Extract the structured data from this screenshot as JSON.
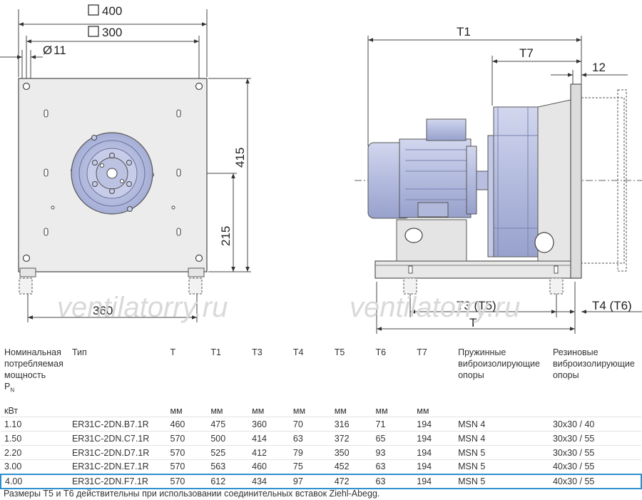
{
  "drawing": {
    "front": {
      "dim_outer": "400",
      "dim_inner": "300",
      "dim_hole": "11",
      "dim_height": "415",
      "dim_axis": "215",
      "dim_base": "360"
    },
    "side": {
      "dim_t1": "T1",
      "dim_t7": "T7",
      "dim_12": "12",
      "dim_t3t5": "T3 (T5)",
      "dim_t4t6": "T4 (T6)",
      "dim_t": "T"
    },
    "watermark": "ventilatorry.ru"
  },
  "table": {
    "headers": {
      "power_line1": "Номинальная",
      "power_line2": "потребляемая",
      "power_line3": "мощность",
      "power_symbol": "P",
      "power_sub": "N",
      "type": "Тип",
      "t": "T",
      "t1": "T1",
      "t3": "T3",
      "t4": "T4",
      "t5": "T5",
      "t6": "T6",
      "t7": "T7",
      "spring_line1": "Пружинные",
      "spring_line2": "виброизолирующие",
      "spring_line3": "опоры",
      "rubber_line1": "Резиновые",
      "rubber_line2": "виброизолирующие",
      "rubber_line3": "опоры"
    },
    "units": {
      "power": "кВт",
      "t": "мм",
      "t1": "мм",
      "t3": "мм",
      "t4": "мм",
      "t5": "мм",
      "t6": "мм",
      "t7": "мм"
    },
    "rows": [
      {
        "power": "1.10",
        "type": "ER31C-2DN.B7.1R",
        "t": "460",
        "t1": "475",
        "t3": "360",
        "t4": "70",
        "t5": "316",
        "t6": "71",
        "t7": "194",
        "spring": "MSN 4",
        "rubber": "30x30 / 40"
      },
      {
        "power": "1.50",
        "type": "ER31C-2DN.C7.1R",
        "t": "570",
        "t1": "500",
        "t3": "414",
        "t4": "63",
        "t5": "372",
        "t6": "65",
        "t7": "194",
        "spring": "MSN 4",
        "rubber": "30x30 / 55"
      },
      {
        "power": "2.20",
        "type": "ER31C-2DN.D7.1R",
        "t": "570",
        "t1": "525",
        "t3": "412",
        "t4": "79",
        "t5": "350",
        "t6": "93",
        "t7": "194",
        "spring": "MSN 5",
        "rubber": "30x30 / 55"
      },
      {
        "power": "3.00",
        "type": "ER31C-2DN.E7.1R",
        "t": "570",
        "t1": "563",
        "t3": "460",
        "t4": "75",
        "t5": "452",
        "t6": "63",
        "t7": "194",
        "spring": "MSN 5",
        "rubber": "40x30 / 55"
      },
      {
        "power": "4.00",
        "type": "ER31C-2DN.F7.1R",
        "t": "570",
        "t1": "612",
        "t3": "434",
        "t4": "97",
        "t5": "472",
        "t6": "63",
        "t7": "194",
        "spring": "MSN 5",
        "rubber": "40x30 / 55"
      }
    ]
  },
  "footnote": "Размеры T5 и T6 действительны при использовании соединительных вставок Ziehl-Abegg.",
  "colors": {
    "highlight": "#2e8fd0",
    "motor": "#b9c0e0",
    "plate": "#ececec"
  }
}
